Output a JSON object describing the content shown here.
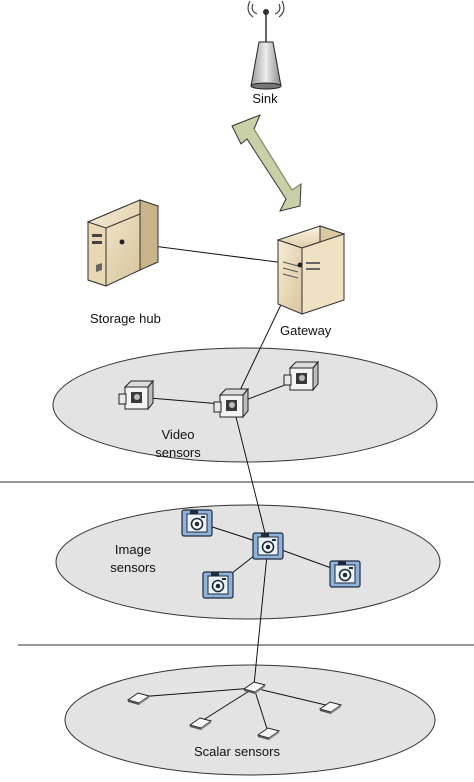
{
  "labels": {
    "sink": "Sink",
    "storage_hub": "Storage hub",
    "gateway": "Gateway",
    "video_sensors_line1": "Video",
    "video_sensors_line2": "sensors",
    "image_sensors_line1": "Image",
    "image_sensors_line2": "sensors",
    "scalar_sensors": "Scalar sensors"
  },
  "colors": {
    "cloud_fill": "#e3e3e3",
    "server_fill": "#eadbb8",
    "camera_blue": "#8fb2d8",
    "arrow_fill": "#c9cfa6",
    "line": "#111111"
  },
  "icons": [
    "antenna-icon",
    "server-icon",
    "video-camera-icon",
    "photo-camera-icon",
    "sensor-node-icon",
    "double-arrow-icon"
  ]
}
